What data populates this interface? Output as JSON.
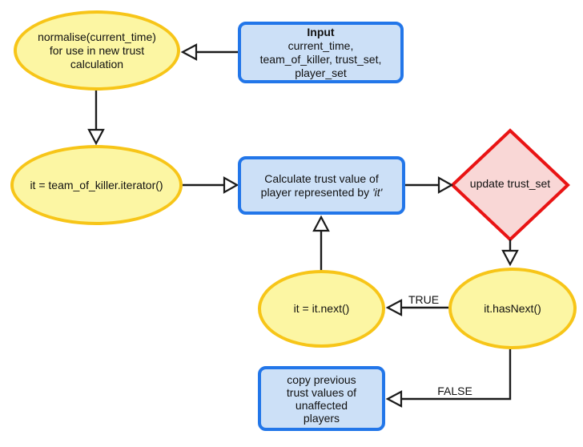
{
  "colors": {
    "yellow-fill": "#FCF6A3",
    "yellow-stroke": "#F7C518",
    "blue-fill": "#CCE0F7",
    "blue-stroke": "#2276E9",
    "red-fill": "#F9D7D6",
    "red-stroke": "#E91414",
    "line": "#1B1B1B",
    "background": "#FFFFFF"
  },
  "nodes": {
    "normalise": {
      "lines": [
        "normalise(current_time)",
        "for use in new trust",
        "calculation"
      ]
    },
    "input": {
      "title": "Input",
      "lines": [
        "current_time,",
        "team_of_killer, trust_set,",
        "player_set"
      ]
    },
    "iterator": {
      "label": "it = team_of_killer.iterator()"
    },
    "calculate": {
      "line1": "Calculate trust value of",
      "line2_prefix": "player represented by ",
      "line2_italic": "'it'"
    },
    "update_trust": {
      "label": "update trust_set"
    },
    "it_next": {
      "label": "it = it.next()"
    },
    "has_next": {
      "label": "it.hasNext()"
    },
    "copy_previous": {
      "lines": [
        "copy previous",
        "trust values of",
        "unaffected",
        "players"
      ]
    }
  },
  "edge_labels": {
    "true": "TRUE",
    "false": "FALSE"
  }
}
